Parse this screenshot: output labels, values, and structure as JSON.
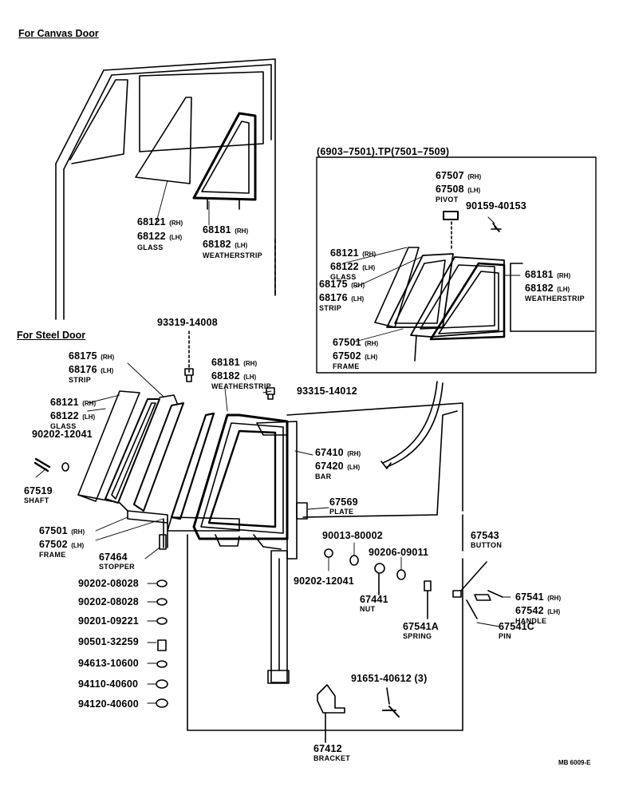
{
  "headers": {
    "canvas": "For Canvas Door",
    "steel": "For Steel Door",
    "inset": "(6903–7501).TP(7501–7509)"
  },
  "canvas": {
    "glass": {
      "p1": "68121",
      "s1": "(RH)",
      "p2": "68122",
      "s2": "(LH)",
      "name": "GLASS"
    },
    "weatherstrip": {
      "p1": "68181",
      "s1": "(RH)",
      "p2": "68182",
      "s2": "(LH)",
      "name": "WEATHERSTRIP"
    }
  },
  "inset": {
    "pivot": {
      "p1": "67507",
      "s1": "(RH)",
      "p2": "67508",
      "s2": "(LH)",
      "name": "PIVOT"
    },
    "screw": "90159-40153",
    "glass": {
      "p1": "68121",
      "s1": "(RH)",
      "p2": "68122",
      "s2": "(LH)",
      "name": "GLASS"
    },
    "strip": {
      "p1": "68175",
      "s1": "(RH)",
      "p2": "68176",
      "s2": "(LH)",
      "name": "STRIP"
    },
    "weatherstrip": {
      "p1": "68181",
      "s1": "(RH)",
      "p2": "68182",
      "s2": "(LH)",
      "name": "WEATHERSTRIP"
    },
    "frame": {
      "p1": "67501",
      "s1": "(RH)",
      "p2": "67502",
      "s2": "(LH)",
      "name": "FRAME"
    }
  },
  "steel": {
    "screw_top": "93319-14008",
    "strip": {
      "p1": "68175",
      "s1": "(RH)",
      "p2": "68176",
      "s2": "(LH)",
      "name": "STRIP"
    },
    "weatherstrip": {
      "p1": "68181",
      "s1": "(RH)",
      "p2": "68182",
      "s2": "(LH)",
      "name": "WEATHERSTRIP"
    },
    "screw_mid": "93315-14012",
    "glass": {
      "p1": "68121",
      "s1": "(RH)",
      "p2": "68122",
      "s2": "(LH)",
      "name": "GLASS"
    },
    "washer_shaft": "90202-12041",
    "shaft": {
      "p1": "67519",
      "name": "SHAFT"
    },
    "bar": {
      "p1": "67410",
      "s1": "(RH)",
      "p2": "67420",
      "s2": "(LH)",
      "name": "BAR"
    },
    "plate": {
      "p1": "67569",
      "name": "PLATE"
    },
    "frame": {
      "p1": "67501",
      "s1": "(RH)",
      "p2": "67502",
      "s2": "(LH)",
      "name": "FRAME"
    },
    "stopper": {
      "p1": "67464",
      "name": "STOPPER"
    },
    "hw": [
      "90202-08028",
      "90202-08028",
      "90201-09221",
      "90501-32259",
      "94613-10600",
      "94110-40600",
      "94120-40600"
    ],
    "washer_a": "90013-80002",
    "washer_b": "90206-09011",
    "washer_c": "90202-12041",
    "nut": {
      "p1": "67441",
      "name": "NUT"
    },
    "spring": {
      "p1": "67541A",
      "name": "SPRING"
    },
    "button": {
      "p1": "67543",
      "name": "BUTTON"
    },
    "handle": {
      "p1": "67541",
      "s1": "(RH)",
      "p2": "67542",
      "s2": "(LH)",
      "name": "HANDLE"
    },
    "pin": {
      "p1": "67541C",
      "name": "PIN"
    },
    "bolt": "91651-40612 (3)",
    "bracket": {
      "p1": "67412",
      "name": "BRACKET"
    }
  },
  "ref": "MB 6009-E"
}
